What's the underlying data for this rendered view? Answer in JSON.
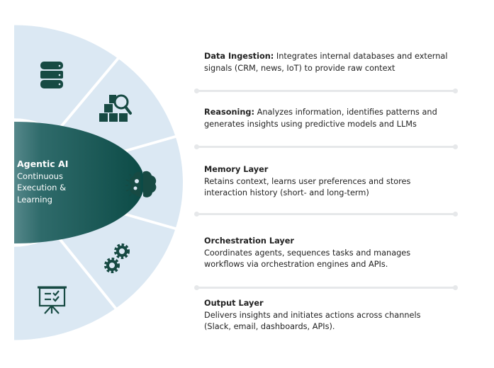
{
  "center": {
    "title": "Agentic AI",
    "line1": "Continuous",
    "line2": "Execution &",
    "line3": "Learning"
  },
  "colors": {
    "segment": "#dbe8f3",
    "icon": "#174a43",
    "center_dark": "#0b4a45",
    "center_light": "#c9dde9",
    "divider": "#e6e8ea"
  },
  "layers": [
    {
      "icon": "database-icon",
      "title": "Data Ingestion:",
      "desc": "Integrates internal databases and external signals (CRM, news, IoT) to provide raw context"
    },
    {
      "icon": "boxes-search-icon",
      "title": "Reasoning:",
      "desc": "Analyzes information, identifies patterns and generates insights using predictive models and LLMs"
    },
    {
      "icon": "brain-gears-icon",
      "title": "Memory Layer",
      "desc": "Retains context, learns user preferences and stores interaction history (short- and long-term)"
    },
    {
      "icon": "gears-icon",
      "title": "Orchestration Layer",
      "desc": "Coordinates agents, sequences tasks and manages workflows via orchestration engines and APIs."
    },
    {
      "icon": "presentation-board-icon",
      "title": "Output Layer",
      "desc": "Delivers insights and initiates actions across channels (Slack, email, dashboards, APIs)."
    }
  ]
}
